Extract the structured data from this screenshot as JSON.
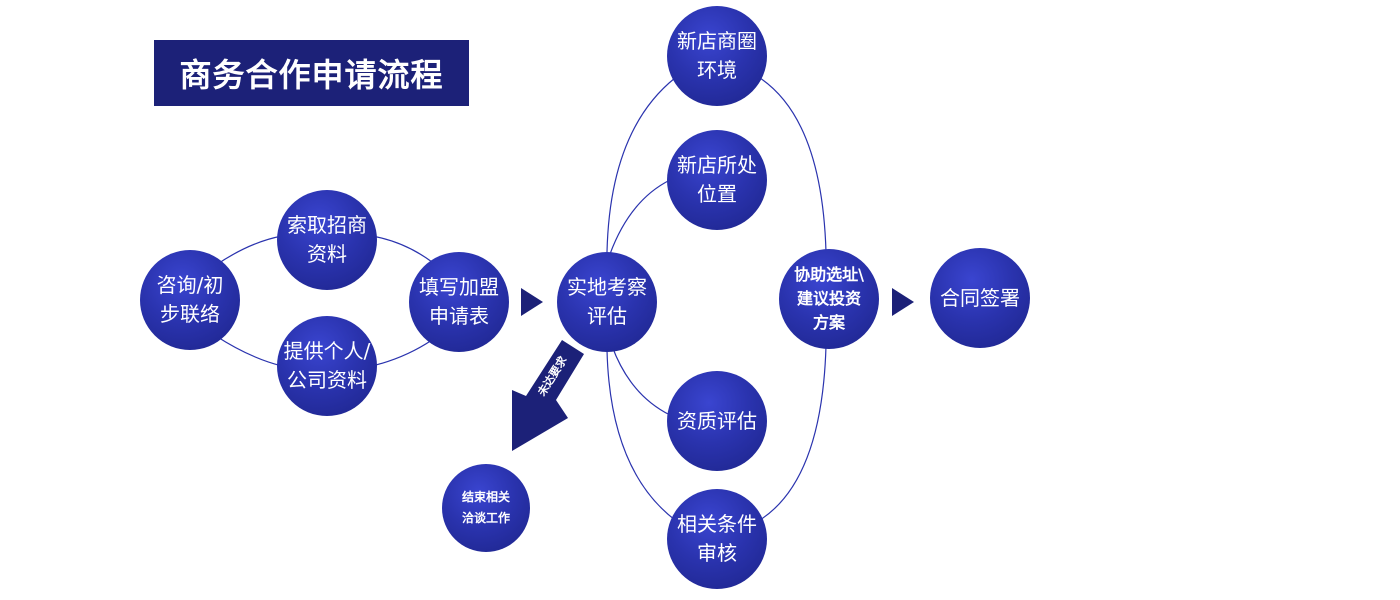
{
  "title": "商务合作申请流程",
  "nodes": {
    "consult": "咨询/初\n步联络",
    "obtain": "索取招商\n资料",
    "provide": "提供个人/\n公司资料",
    "fill": "填写加盟\n申请表",
    "inspect": "实地考察\n评估",
    "end": "结束相关\n洽谈工作",
    "district": "新店商圈\n环境",
    "location": "新店所处\n位置",
    "qualification": "资质评估",
    "conditions": "相关条件\n审核",
    "assist": "协助选址\\\n建议投资\n方案",
    "contract": "合同签署"
  },
  "arrow_label": "未达要求",
  "colors": {
    "node": "#2a33ae",
    "title_bg": "#1c2178",
    "line": "#2a33ae",
    "arrow": "#1c2178"
  }
}
